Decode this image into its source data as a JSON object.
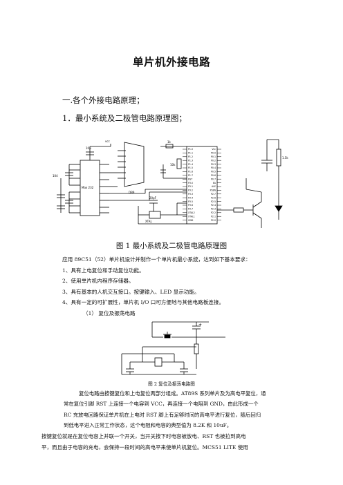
{
  "doc": {
    "title": "单片机外接电路",
    "section_heading": "一.各个外接电路原理；",
    "subsection_heading": "1．最小系统及二极管电路原理图；",
    "figure1_caption": "图 1  最小系统及二极管电路原理图",
    "intro_lines": [
      "应用 89C51（52）单片机设计并制作一个单片机最小系统，达到如下基本要求：",
      "1、具有上电复位和手动复位功能。",
      "2、使用单片机内程序存储器。",
      "3、具有基本的人机交互接口。按键输入、LED 显示功能。",
      "4、具有一定的可扩展性，单片机 I/O 口可方便地与其他电路板连接。"
    ],
    "sub_item": "（1）  复位及振荡电路",
    "figure2_caption": "图 2  复位及振荡电路图",
    "body_lines": [
      "复位电路由按键复位和上电复位两部分组成。AT89S 系列单片及为高电平复位，通",
      "常在复位引脚 RST 上连接一个电容到 VCC，再连接一个电阻到 GND，由此形成一个",
      "RC 充放电回路保证单片机在上电时 RST 脚上有足够时间的高电平进行复位，随后回归",
      "到低电平进入正常工作状态，这个电阻和电容的典型值为 8.2K 和 10uF。",
      "按键复位就是在复位电容上并联一个开关，当开关按下时电容被放电、RST 也被拉到高电",
      "平，而且由于电容的充电，会保持一段时间的高电平来使单片机复位。MCS51 LITE 使用"
    ]
  },
  "circuit1": {
    "max232_label": "Max 232",
    "db9_label": "DB9",
    "cap_10u_label": "10μ",
    "cap_104_label": "104",
    "resistor_1k_label": "1k",
    "resistor_10k_label": "10k",
    "resistor_1_5k_label": "1.5k",
    "crystal_label": "XTAL",
    "cap_20p_label": "20pF",
    "vcc_label": "vcc",
    "ic_pins_left": [
      "P1.0",
      "P1.1",
      "P1.2",
      "P1.3",
      "P1.4",
      "P1.5",
      "P1.6",
      "P1.7",
      "RST",
      "P3.0",
      "P3.1",
      "P3.2",
      "P3.3",
      "P3.4",
      "P3.5",
      "P3.6",
      "P3.7",
      "XTAL2",
      "XTAL1",
      "GND"
    ],
    "ic_pins_right": [
      "Vcc",
      "P0.0",
      "P0.1",
      "P0.2",
      "P0.3",
      "P0.4",
      "P0.5",
      "P0.6",
      "P0.7",
      "EA",
      "ALE",
      "PSEN",
      "P2.7",
      "P2.6",
      "P2.5",
      "P2.4",
      "P2.3",
      "P2.2",
      "P2.1",
      "P2.0"
    ]
  },
  "circuit2": {
    "plus_label": "+"
  }
}
